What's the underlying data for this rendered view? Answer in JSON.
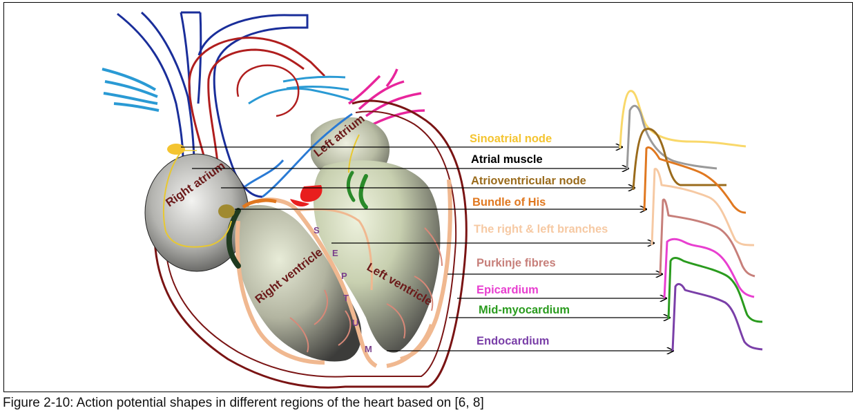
{
  "heart_labels": {
    "left_atrium": "Left atrium",
    "right_atrium": "Right atrium",
    "left_ventricle": "Left ventricle",
    "right_ventricle": "Right ventricle",
    "septum_letters": [
      "S",
      "E",
      "P",
      "T",
      "U",
      "M"
    ]
  },
  "regions": [
    {
      "label": "Sinoatrial node",
      "color": "#f4c430"
    },
    {
      "label": "Atrial muscle",
      "color": "#000000"
    },
    {
      "label": "Atrioventricular node",
      "color": "#9a6b1c"
    },
    {
      "label": "Bundle of His",
      "color": "#e07820"
    },
    {
      "label": "The right & left branches",
      "color": "#f6c9a3"
    },
    {
      "label": "Purkinje fibres",
      "color": "#c77f7a"
    },
    {
      "label": "Epicardium",
      "color": "#e83fd0"
    },
    {
      "label": "Mid-myocardium",
      "color": "#2a9b1e"
    },
    {
      "label": "Endocardium",
      "color": "#7a3fa8"
    }
  ],
  "caption": "Figure 2-10: Action potential shapes in different regions of the heart based on [6, 8]"
}
